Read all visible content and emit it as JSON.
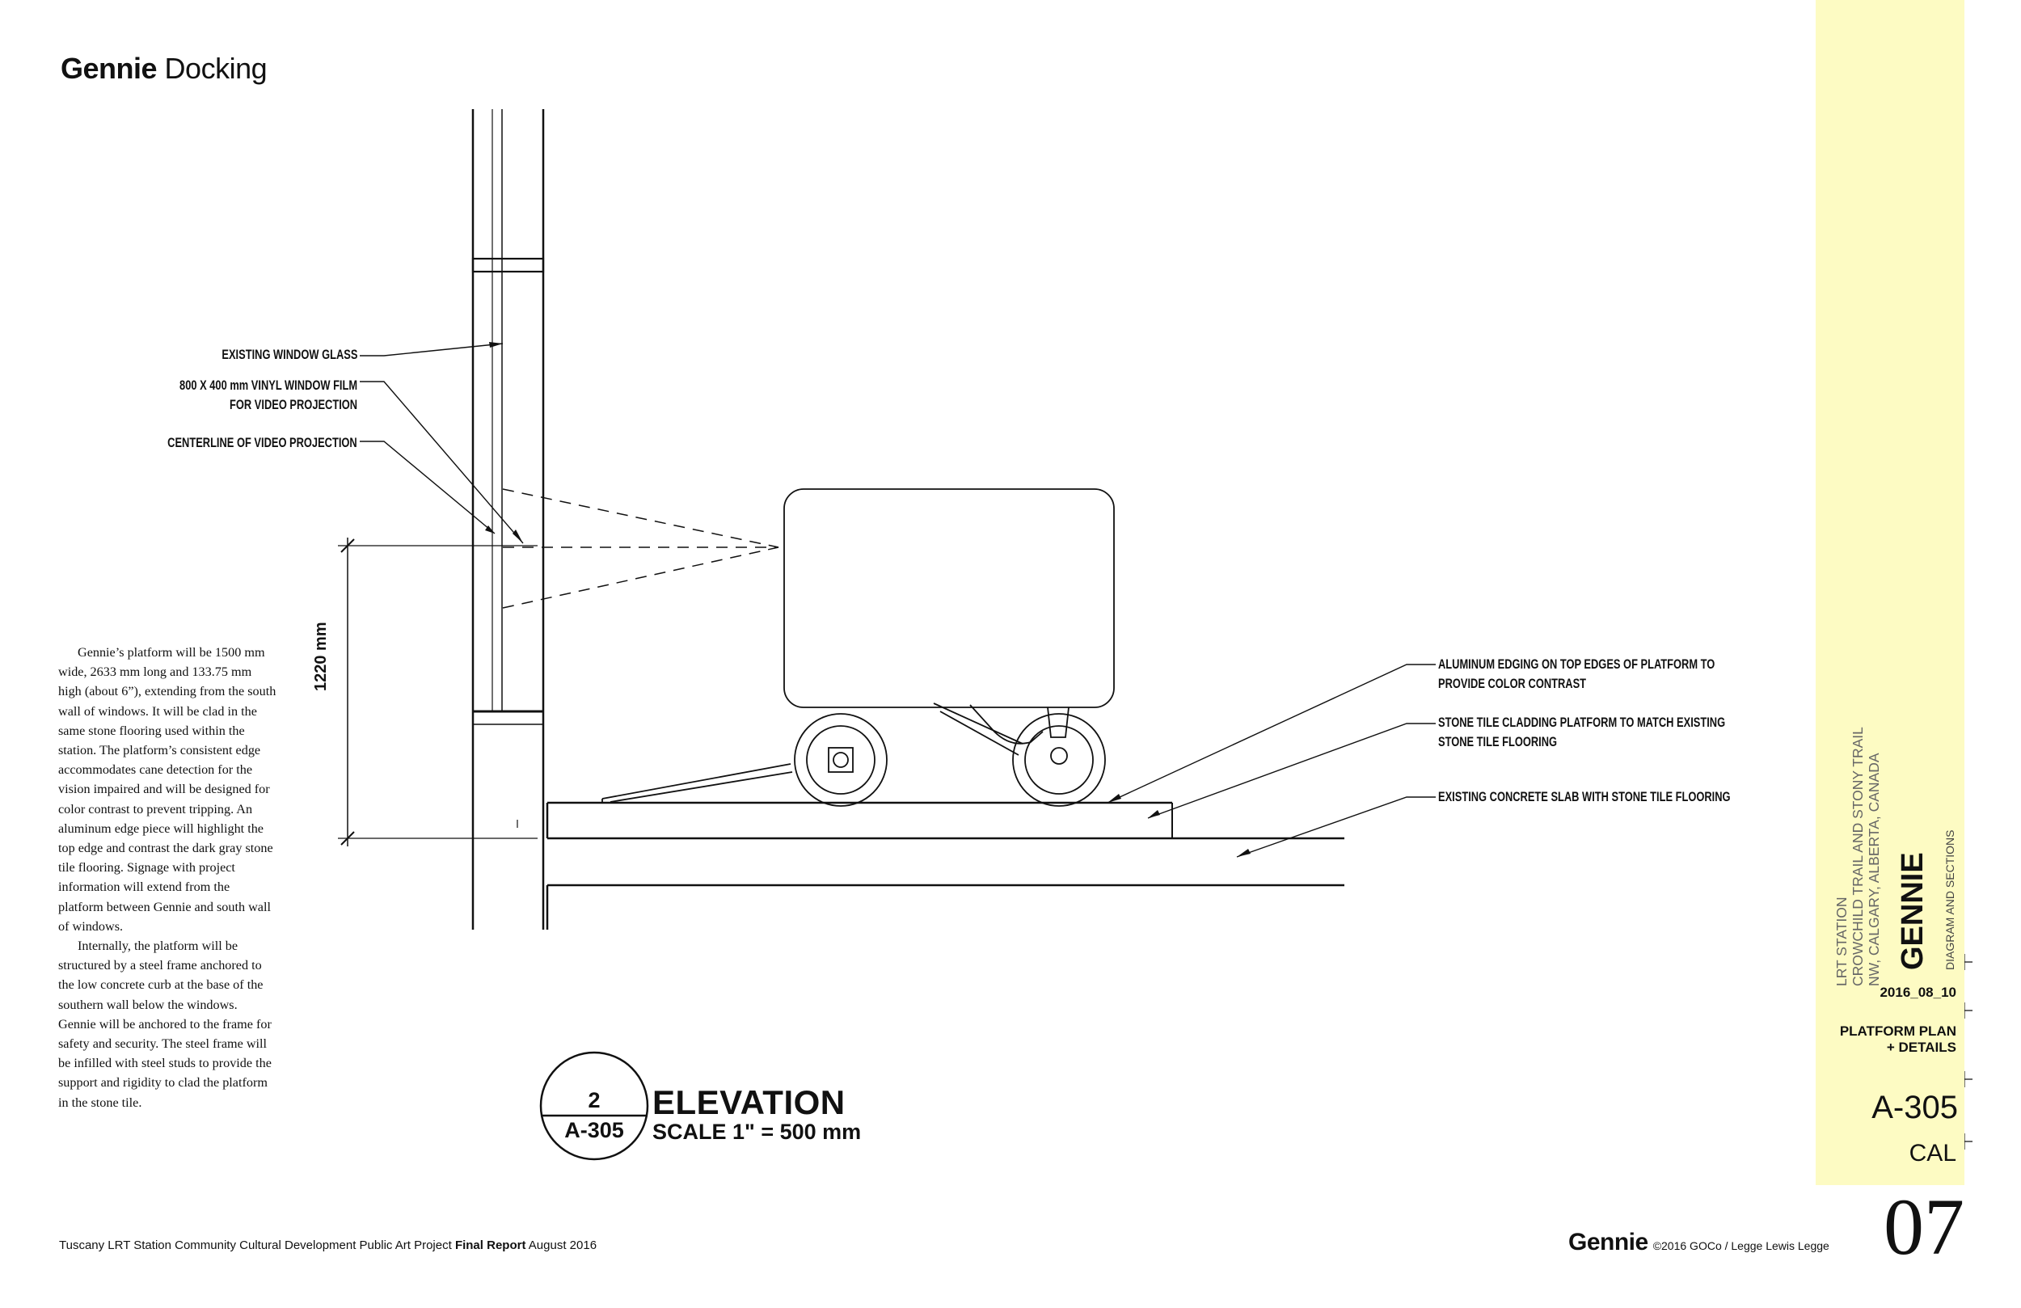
{
  "header": {
    "title_bold": "Gennie",
    "title_rest": "Docking"
  },
  "body_text": [
    "Gennie’s platform will be 1500 mm wide, 2633 mm long and 133.75 mm high (about 6”), extending from the south wall of windows. It will be clad in the same stone flooring used within the station. The platform’s consistent edge accommodates cane detection for the vision impaired and will be designed for color contrast to prevent tripping. An aluminum edge piece will highlight the top edge and contrast the dark gray stone tile flooring. Signage with project information will extend from the platform between Gennie and south wall of windows.",
    "Internally, the platform will be structured by a steel frame anchored to the low concrete curb at the base of the southern wall below the windows. Gennie will be anchored to the frame for safety and security. The steel frame will be infilled with steel studs to provide the support and rigidity to clad the platform in the stone tile."
  ],
  "notes": {
    "left": [
      "EXISTING WINDOW GLASS",
      "800 X 400 mm VINYL WINDOW FILM",
      "FOR VIDEO PROJECTION",
      "CENTERLINE OF VIDEO PROJECTION"
    ],
    "right": [
      "ALUMINUM EDGING ON TOP EDGES OF PLATFORM TO",
      "PROVIDE COLOR CONTRAST",
      "STONE TILE CLADDING PLATFORM TO MATCH EXISTING",
      "STONE TILE FLOORING",
      "EXISTING CONCRETE SLAB WITH STONE TILE FLOORING"
    ]
  },
  "dimension": "1220 mm",
  "elevation": {
    "callout_number": "2",
    "callout_sheet": "A-305",
    "title": "ELEVATION",
    "scale": "SCALE 1\" = 500 mm"
  },
  "footer": {
    "left_text": "Tuscany LRT Station Community Cultural Development Public Art Project",
    "left_bold": "Final Report",
    "left_date": "August 2016",
    "brand": "Gennie",
    "credit": "©2016 GOCo / Legge Lewis Legge",
    "page_number": "07"
  },
  "title_block": {
    "location_line1": "LRT STATION",
    "location_line2": "CROWCHILD TRAIL AND STONY TRAIL",
    "location_line3": "NW, CALGARY, ALBERTA, CANADA",
    "project": "GENNIE",
    "subtitle": "DIAGRAM AND SECTIONS",
    "date": "2016_08_10",
    "sheet_name_line1": "PLATFORM PLAN",
    "sheet_name_line2": "+ DETAILS",
    "sheet_number": "A-305",
    "code": "CAL",
    "strip_color": "#fdfbc3"
  }
}
